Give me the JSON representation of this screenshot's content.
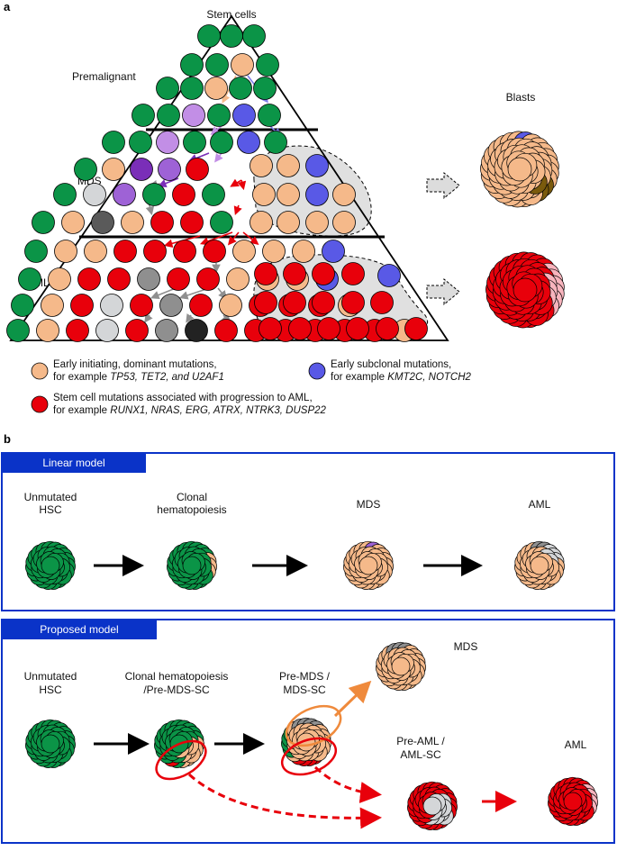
{
  "panel_a": {
    "letter": "a",
    "title_top": "Stem cells",
    "level_labels": [
      "Premalignant",
      "MDS",
      "AML"
    ],
    "blasts_label": "Blasts"
  },
  "legend": {
    "item1_line1": "Early initiating, dominant mutations,",
    "item1_prefix": "for example ",
    "item1_genes": "TP53, TET2, and U2AF1",
    "item2_line1": "Early subclonal mutations,",
    "item2_prefix": "for example ",
    "item2_genes": "KMT2C, NOTCH2",
    "item3_line1": "Stem cell mutations associated with progression to AML,",
    "item3_prefix": "for example ",
    "item3_genes": "RUNX1, NRAS, ERG, ATRX, NTRK3, DUSP22"
  },
  "panel_b": {
    "letter": "b",
    "linear": {
      "tab": "Linear model",
      "stage1": [
        "Unmutated",
        "HSC"
      ],
      "stage2": [
        "Clonal",
        "hematopoiesis"
      ],
      "stage3": "MDS",
      "stage4": "AML"
    },
    "proposed": {
      "tab": "Proposed model",
      "stage1": [
        "Unmutated",
        "HSC"
      ],
      "stage2": [
        "Clonal hematopoiesis",
        "/Pre-MDS-SC"
      ],
      "stage3": [
        "Pre-MDS /",
        "MDS-SC"
      ],
      "mds": "MDS",
      "preaml": [
        "Pre-AML /",
        "AML-SC"
      ],
      "aml": "AML"
    }
  },
  "colors": {
    "green": "#0b9447",
    "peach": "#f5b98a",
    "blue": "#5959e6",
    "red": "#e8000b",
    "purple_light": "#c28ee6",
    "purple": "#9e62d6",
    "purple_dark": "#7a2eb8",
    "gray_light": "#d4d6d8",
    "gray": "#8f8f8f",
    "gray_dark": "#5a5a5a",
    "black_cell": "#222222",
    "brown": "#7a5a0c",
    "pink": "#f8b4bd",
    "tab_blue": "#0a33c8",
    "shade": "#e0e0e0"
  }
}
